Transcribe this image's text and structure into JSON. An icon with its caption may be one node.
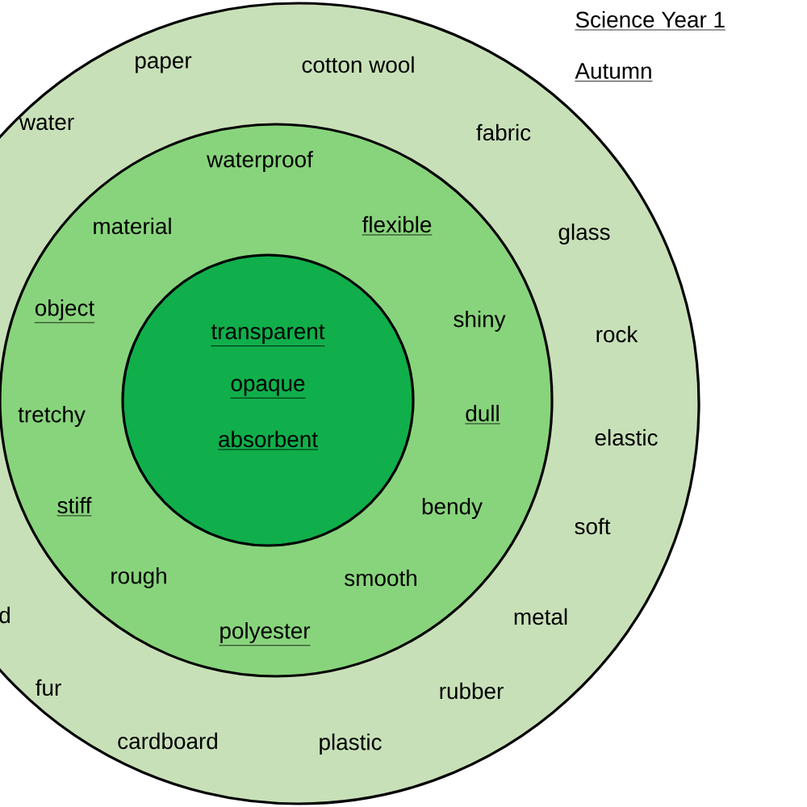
{
  "diagram": {
    "nodes": [
      {
        "text": [
          "paper",
          "cotton wool",
          "water",
          "fabric",
          "glass",
          "rock",
          "elastic",
          "soft",
          "metal",
          "rubber",
          "plastic",
          "cardboard",
          "fur",
          "d"
        ]
      },
      {
        "text": [
          "waterproof",
          "material",
          "flexible",
          "object",
          "shiny",
          "tretchy",
          "dull",
          "stiff",
          "bendy",
          "rough",
          "smooth",
          "polyester"
        ],
        "in": 0
      },
      {
        "text": [
          "transparent",
          "opaque",
          "absorbent"
        ],
        "in": 1
      }
    ],
    "labels": [
      "Science Year 1",
      "Autumn"
    ]
  }
}
